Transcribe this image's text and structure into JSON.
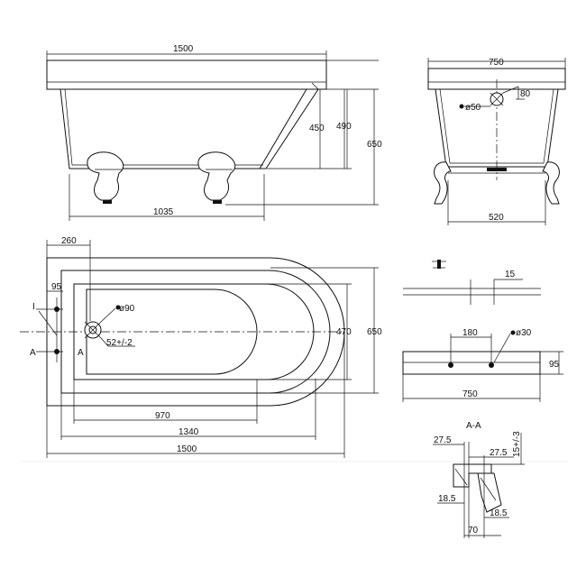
{
  "front_view": {
    "overall_length": "1500",
    "inner_height": "450",
    "rim_height": "490",
    "total_height": "650",
    "feet_span": "1035"
  },
  "side_view": {
    "overall_width": "750",
    "drain_offset": "80",
    "drain_diameter": "ø50",
    "feet_span": "520"
  },
  "plan_view": {
    "drain_offset_from_end": "260",
    "waste_offset": "95",
    "overflow_diameter": "ø90",
    "drain_position": "52+/-2",
    "inner_width": "470",
    "outer_width": "650",
    "basin_length": "970",
    "inner_length": "1340",
    "overall_length": "1500",
    "section_label_left": "A",
    "section_label_right": "A",
    "section_marker": "I"
  },
  "tap_detail": {
    "thickness": "15"
  },
  "rim_detail": {
    "hole_spacing": "180",
    "hole_diameter": "ø30",
    "width": "750",
    "depth": "95"
  },
  "section_aa": {
    "title": "A-A",
    "top_left": "27.5",
    "top_right": "27.5",
    "height_tol": "15+/-3",
    "bottom_left": "18.5",
    "bottom_right": "18.5",
    "base": "70"
  }
}
